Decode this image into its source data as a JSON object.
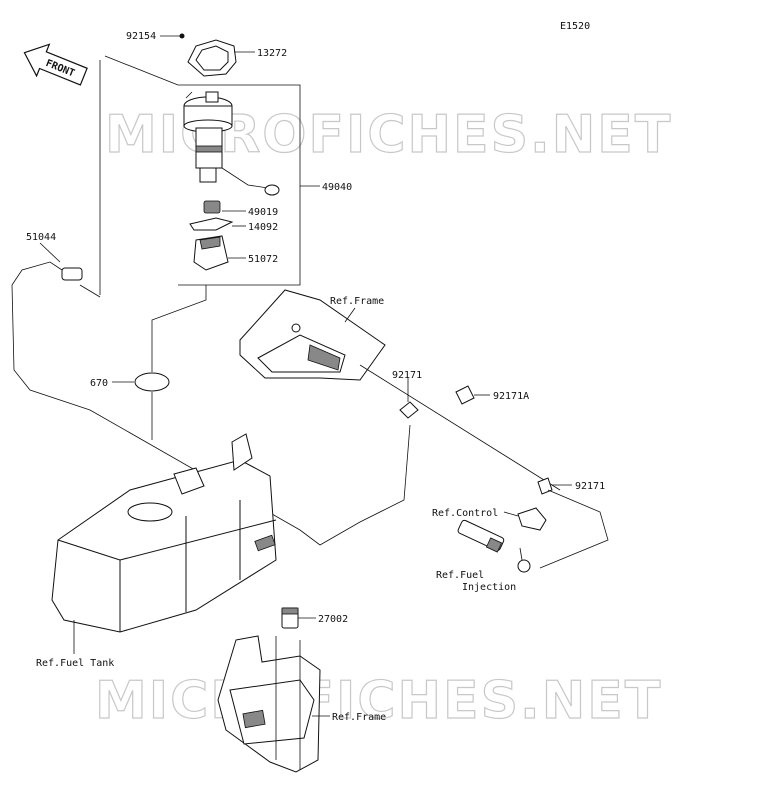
{
  "diagram_code": "E1520",
  "watermark": "MICROFICHES.NET",
  "front_label": "FRONT",
  "callouts": {
    "p92154": "92154",
    "p13272": "13272",
    "p49040": "49040",
    "p49019": "49019",
    "p14092": "14092",
    "p51072": "51072",
    "p51044": "51044",
    "p670": "670",
    "p92171_a": "92171",
    "p92171a": "92171A",
    "p92171_b": "92171",
    "p27002": "27002"
  },
  "references": {
    "frame_top": "Ref.Frame",
    "control": "Ref.Control",
    "fuel_injection_line1": "Ref.Fuel",
    "fuel_injection_line2": "Injection",
    "fuel_tank": "Ref.Fuel Tank",
    "frame_bottom": "Ref.Frame"
  }
}
